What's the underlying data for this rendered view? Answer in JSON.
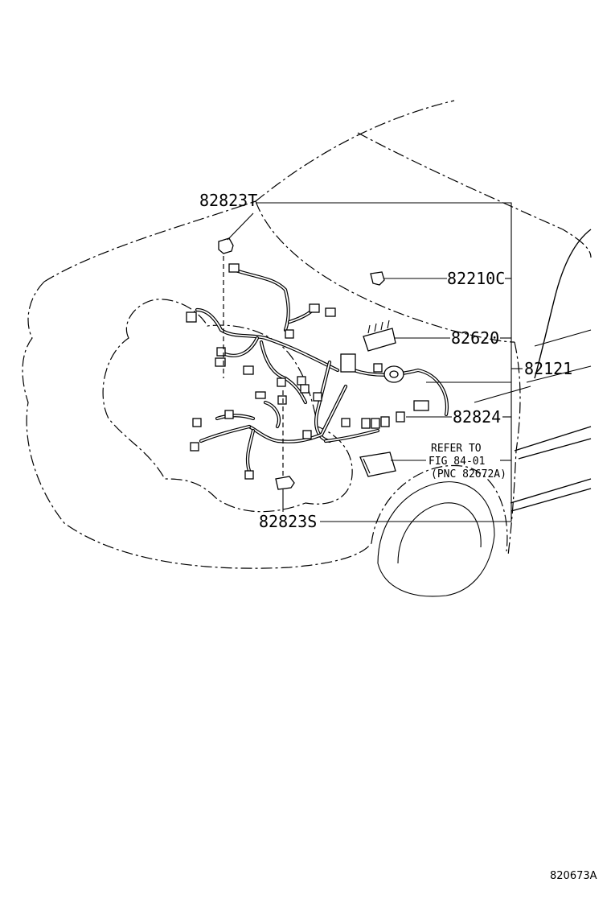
{
  "diagram": {
    "labels": {
      "p82823T": "82823T",
      "p82210C": "82210C",
      "p82620": "82620",
      "p82121": "82121",
      "p82824": "82824",
      "p82823S": "82823S"
    },
    "refer_note": {
      "line1": "REFER TO",
      "line2": "FIG 84-01",
      "line3": "(PNC 82672A)"
    },
    "figure_code": "820673A"
  }
}
